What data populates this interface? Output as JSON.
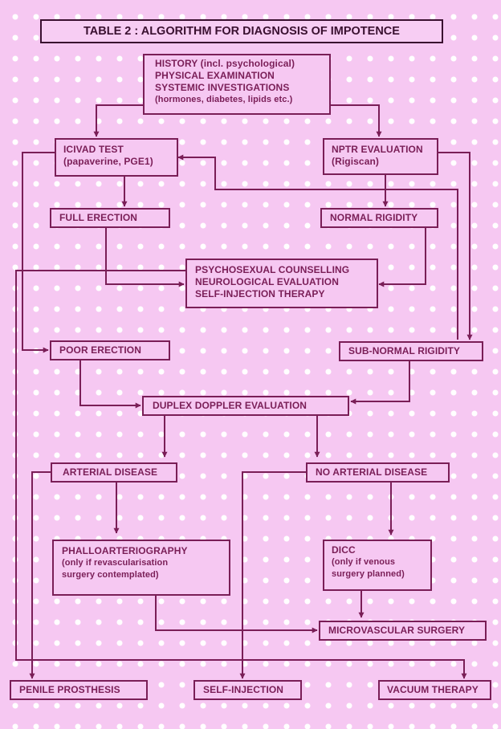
{
  "title": "TABLE 2 : ALGORITHM FOR DIAGNOSIS OF IMPOTENCE",
  "nodes": {
    "history": [
      "HISTORY (incl. psychological)",
      "PHYSICAL EXAMINATION",
      "SYSTEMIC INVESTIGATIONS",
      "(hormones, diabetes, lipids etc.)"
    ],
    "icivad": [
      "ICIVAD TEST",
      "(papaverine, PGE1)"
    ],
    "nptr": [
      "NPTR EVALUATION",
      "(Rigiscan)"
    ],
    "full_erection": "FULL ERECTION",
    "normal_rigidity": "NORMAL RIGIDITY",
    "psychosexual": [
      "PSYCHOSEXUAL COUNSELLING",
      "NEUROLOGICAL EVALUATION",
      "SELF-INJECTION THERAPY"
    ],
    "poor_erection": "POOR ERECTION",
    "subnormal_rigidity": "SUB-NORMAL RIGIDITY",
    "duplex": "DUPLEX DOPPLER EVALUATION",
    "arterial_disease": "ARTERIAL DISEASE",
    "no_arterial_disease": "NO ARTERIAL DISEASE",
    "phalloarteriography": [
      "PHALLOARTERIOGRAPHY",
      "(only if revascularisation",
      "surgery contemplated)"
    ],
    "dicc": [
      "DICC",
      "(only if venous",
      "surgery planned)"
    ],
    "microvascular": "MICROVASCULAR SURGERY",
    "penile_prosthesis": "PENILE PROSTHESIS",
    "self_injection": "SELF-INJECTION",
    "vacuum_therapy": "VACUUM THERAPY"
  },
  "colors": {
    "line": "#7a1e57",
    "background": "#f6c8f2",
    "dots": "#ffffff"
  }
}
